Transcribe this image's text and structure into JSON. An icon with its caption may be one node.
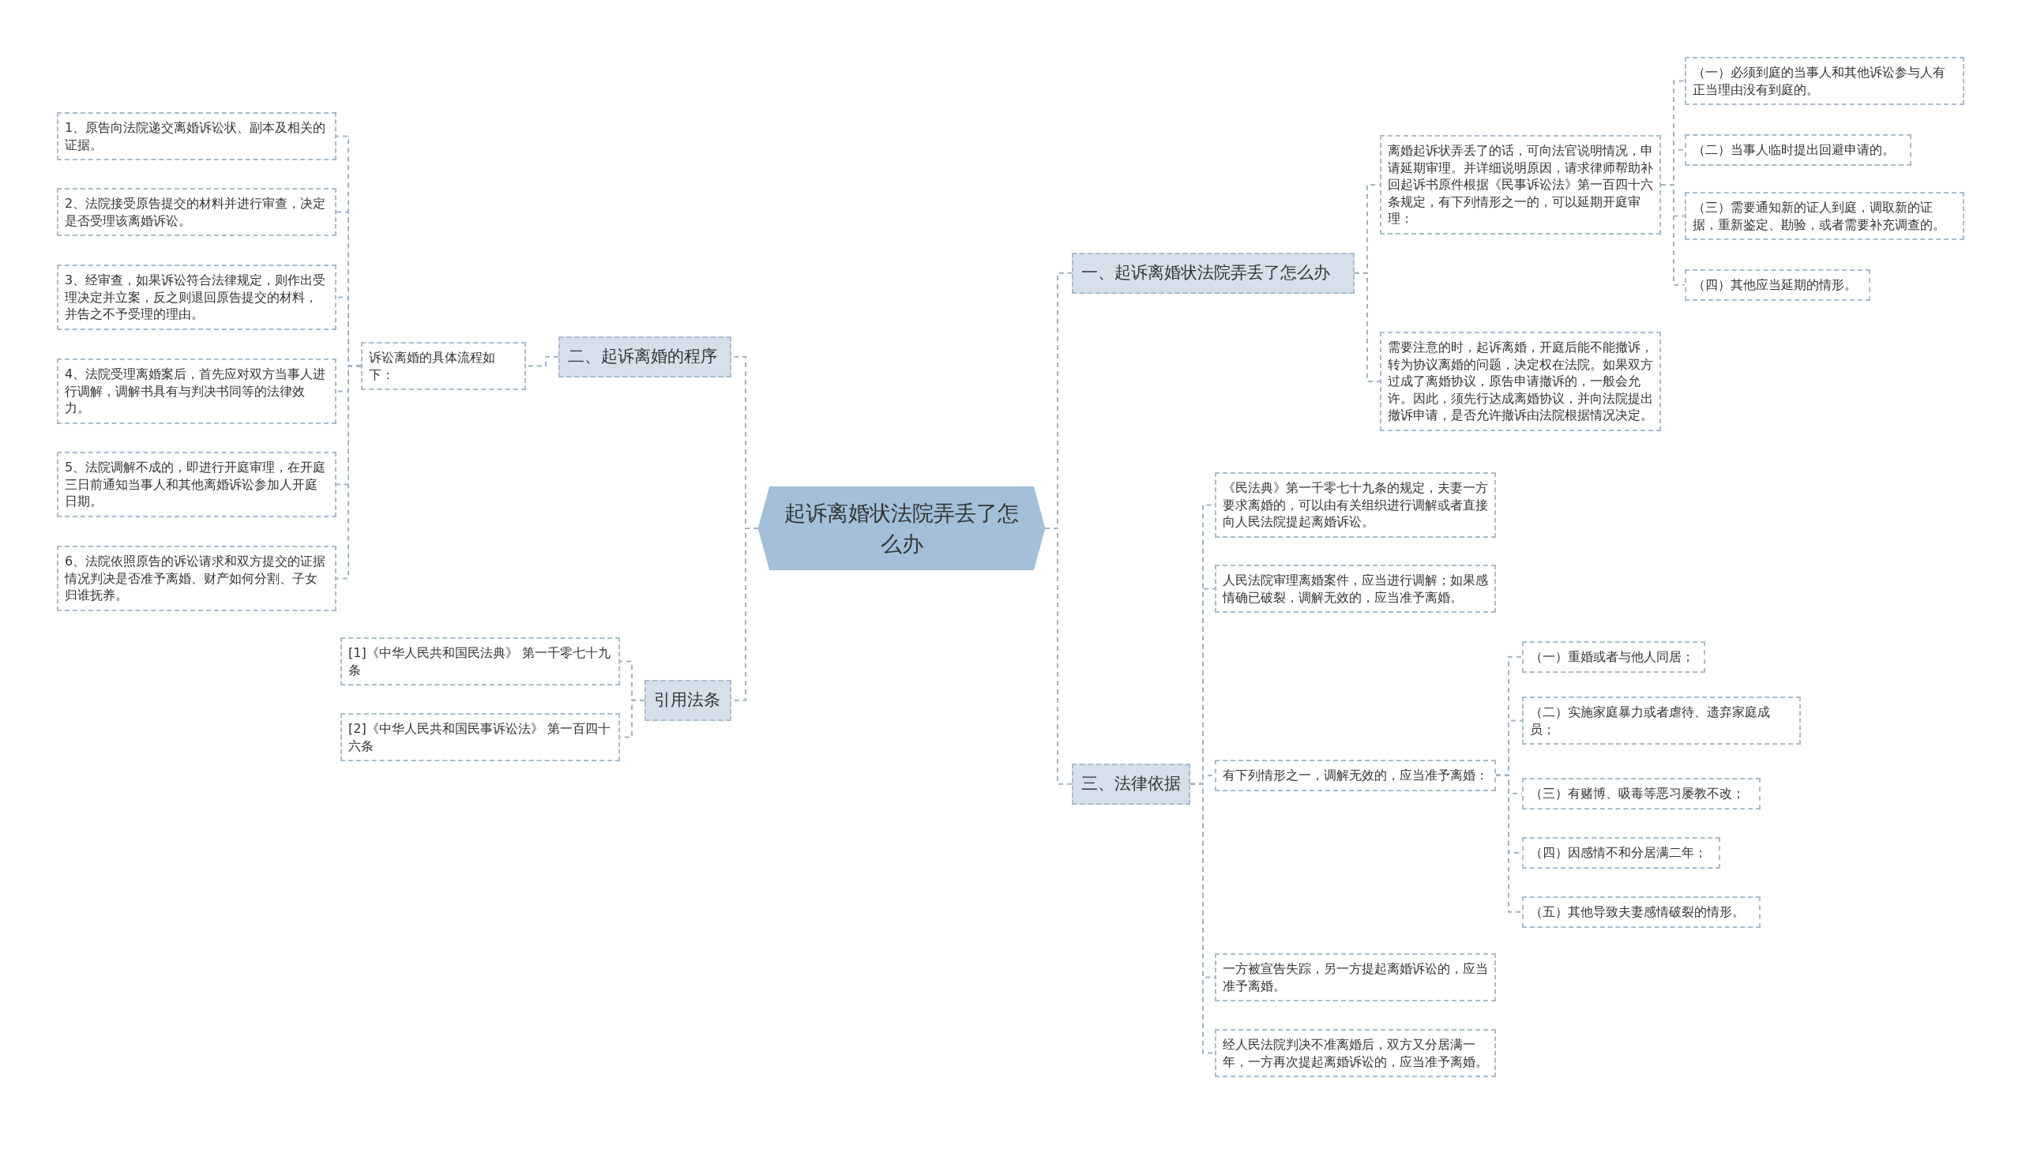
{
  "diagram": {
    "nodes": [
      {
        "text": [
          "起诉离婚状法院弄丢了怎么办"
        ]
      },
      {
        "text": [
          "一、起诉离婚状法院弄丢了怎么办"
        ]
      },
      {
        "text": [
          "离婚起诉状弄丢了的话，可向法官说明情况，申请延期审理。并详细说明原因，请求律师帮助补回起诉书原件根据《民事诉讼法》第一百四十六条规定，有下列情形之一的，可以延期开庭审理："
        ]
      },
      {
        "text": [
          "（一）必须到庭的当事人和其他诉讼参与人有正当理由没有到庭的。"
        ]
      },
      {
        "text": [
          "（二）当事人临时提出回避申请的。"
        ]
      },
      {
        "text": [
          "（三）需要通知新的证人到庭，调取新的证据，重新鉴定、勘验，或者需要补充调查的。"
        ]
      },
      {
        "text": [
          "（四）其他应当延期的情形。"
        ]
      },
      {
        "text": [
          "需要注意的时，起诉离婚，开庭后能不能撤诉，转为协议离婚的问题，决定权在法院。如果双方过成了离婚协议，原告申请撤诉的，一般会允许。因此，须先行达成离婚协议，并向法院提出撤诉申请，是否允许撤诉由法院根据情况决定。"
        ]
      },
      {
        "text": [
          "二、起诉离婚的程序"
        ]
      },
      {
        "text": [
          "诉讼离婚的具体流程如下："
        ]
      },
      {
        "text": [
          "1、原告向法院递交离婚诉讼状、副本及相关的证据。"
        ]
      },
      {
        "text": [
          "2、法院接受原告提交的材料并进行审查，决定是否受理该离婚诉讼。"
        ]
      },
      {
        "text": [
          "3、经审查，如果诉讼符合法律规定，则作出受理决定并立案，反之则退回原告提交的材料，并告之不予受理的理由。"
        ]
      },
      {
        "text": [
          "4、法院受理离婚案后，首先应对双方当事人进行调解，调解书具有与判决书同等的法律效力。"
        ]
      },
      {
        "text": [
          "5、法院调解不成的，即进行开庭审理，在开庭三日前通知当事人和其他离婚诉讼参加人开庭日期。"
        ]
      },
      {
        "text": [
          "6、法院依照原告的诉讼请求和双方提交的证据情况判决是否准予离婚、财产如何分割、子女归谁抚养。"
        ]
      },
      {
        "text": [
          "引用法条"
        ]
      },
      {
        "text": [
          "[1]《中华人民共和国民法典》 第一千零七十九条"
        ]
      },
      {
        "text": [
          "[2]《中华人民共和国民事诉讼法》 第一百四十六条"
        ]
      },
      {
        "text": [
          "三、法律依据"
        ]
      },
      {
        "text": [
          "《民法典》第一千零七十九条的规定，夫妻一方要求离婚的，可以由有关组织进行调解或者直接向人民法院提起离婚诉讼。"
        ]
      },
      {
        "text": [
          "人民法院审理离婚案件，应当进行调解；如果感情确已破裂，调解无效的，应当准予离婚。"
        ]
      },
      {
        "text": [
          "有下列情形之一，调解无效的，应当准予离婚："
        ]
      },
      {
        "text": [
          "（一）重婚或者与他人同居；"
        ]
      },
      {
        "text": [
          "（二）实施家庭暴力或者虐待、遗弃家庭成员；"
        ]
      },
      {
        "text": [
          "（三）有赌博、吸毒等恶习屡教不改；"
        ]
      },
      {
        "text": [
          "（四）因感情不和分居满二年；"
        ]
      },
      {
        "text": [
          "（五）其他导致夫妻感情破裂的情形。"
        ]
      },
      {
        "text": [
          "一方被宣告失踪，另一方提起离婚诉讼的，应当准予离婚。"
        ]
      },
      {
        "text": [
          "经人民法院判决不准离婚后，双方又分居满一年，一方再次提起离婚诉讼的，应当准予离婚。"
        ]
      }
    ],
    "edges": [
      {
        "from": 0,
        "to": 1,
        "arrow": "none"
      },
      {
        "from": 0,
        "to": 8,
        "arrow": "none"
      },
      {
        "from": 0,
        "to": 16,
        "arrow": "none"
      },
      {
        "from": 0,
        "to": 19,
        "arrow": "none"
      },
      {
        "from": 1,
        "to": 2,
        "arrow": "none"
      },
      {
        "from": 1,
        "to": 7,
        "arrow": "none"
      },
      {
        "from": 2,
        "to": 3,
        "arrow": "none"
      },
      {
        "from": 2,
        "to": 4,
        "arrow": "none"
      },
      {
        "from": 2,
        "to": 5,
        "arrow": "none"
      },
      {
        "from": 2,
        "to": 6,
        "arrow": "none"
      },
      {
        "from": 8,
        "to": 9,
        "arrow": "none"
      },
      {
        "from": 9,
        "to": 10,
        "arrow": "none"
      },
      {
        "from": 9,
        "to": 11,
        "arrow": "none"
      },
      {
        "from": 9,
        "to": 12,
        "arrow": "none"
      },
      {
        "from": 9,
        "to": 13,
        "arrow": "none"
      },
      {
        "from": 9,
        "to": 14,
        "arrow": "none"
      },
      {
        "from": 9,
        "to": 15,
        "arrow": "none"
      },
      {
        "from": 16,
        "to": 17,
        "arrow": "none"
      },
      {
        "from": 16,
        "to": 18,
        "arrow": "none"
      },
      {
        "from": 19,
        "to": 20,
        "arrow": "none"
      },
      {
        "from": 19,
        "to": 21,
        "arrow": "none"
      },
      {
        "from": 19,
        "to": 22,
        "arrow": "none"
      },
      {
        "from": 19,
        "to": 28,
        "arrow": "none"
      },
      {
        "from": 19,
        "to": 29,
        "arrow": "none"
      },
      {
        "from": 22,
        "to": 23,
        "arrow": "none"
      },
      {
        "from": 22,
        "to": 24,
        "arrow": "none"
      },
      {
        "from": 22,
        "to": 25,
        "arrow": "none"
      },
      {
        "from": 22,
        "to": 26,
        "arrow": "none"
      },
      {
        "from": 22,
        "to": 27,
        "arrow": "none"
      }
    ]
  }
}
